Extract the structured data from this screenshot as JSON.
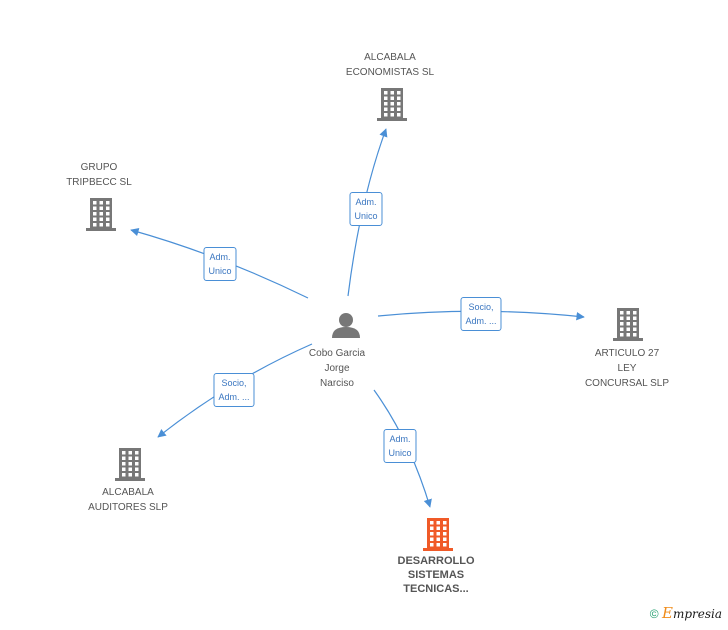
{
  "colors": {
    "edge": "#4a8fd6",
    "building": "#777777",
    "building_main": "#f05a28",
    "person": "#777777"
  },
  "nodes": [
    {
      "id": "person",
      "icon": "person-icon",
      "lines": [
        "Cobo Garcia",
        "Jorge",
        "Narciso"
      ]
    },
    {
      "id": "alc-eco",
      "icon": "building-icon",
      "lines": [
        "ALCABALA",
        "ECONOMISTAS SL"
      ]
    },
    {
      "id": "grupo",
      "icon": "building-icon",
      "lines": [
        "GRUPO",
        "TRIPBECC SL"
      ]
    },
    {
      "id": "art27",
      "icon": "building-icon",
      "lines": [
        "ARTICULO 27",
        "LEY",
        "CONCURSAL SLP"
      ]
    },
    {
      "id": "alc-aud",
      "icon": "building-icon",
      "lines": [
        "ALCABALA",
        "AUDITORES SLP"
      ]
    },
    {
      "id": "desarrollo",
      "icon": "building-icon",
      "lines": [
        "DESARROLLO",
        "SISTEMAS",
        "TECNICAS..."
      ],
      "highlight": true
    }
  ],
  "edges": [
    {
      "to": "alc-eco",
      "lines": [
        "Adm.",
        "Unico"
      ]
    },
    {
      "to": "grupo",
      "lines": [
        "Adm.",
        "Unico"
      ]
    },
    {
      "to": "art27",
      "lines": [
        "Socio,",
        "Adm. ..."
      ]
    },
    {
      "to": "alc-aud",
      "lines": [
        "Socio,",
        "Adm. ..."
      ]
    },
    {
      "to": "desarrollo",
      "lines": [
        "Adm.",
        "Unico"
      ]
    }
  ],
  "watermark": {
    "copyright": "©",
    "brand_initial": "E",
    "brand_rest": "mpresia"
  }
}
